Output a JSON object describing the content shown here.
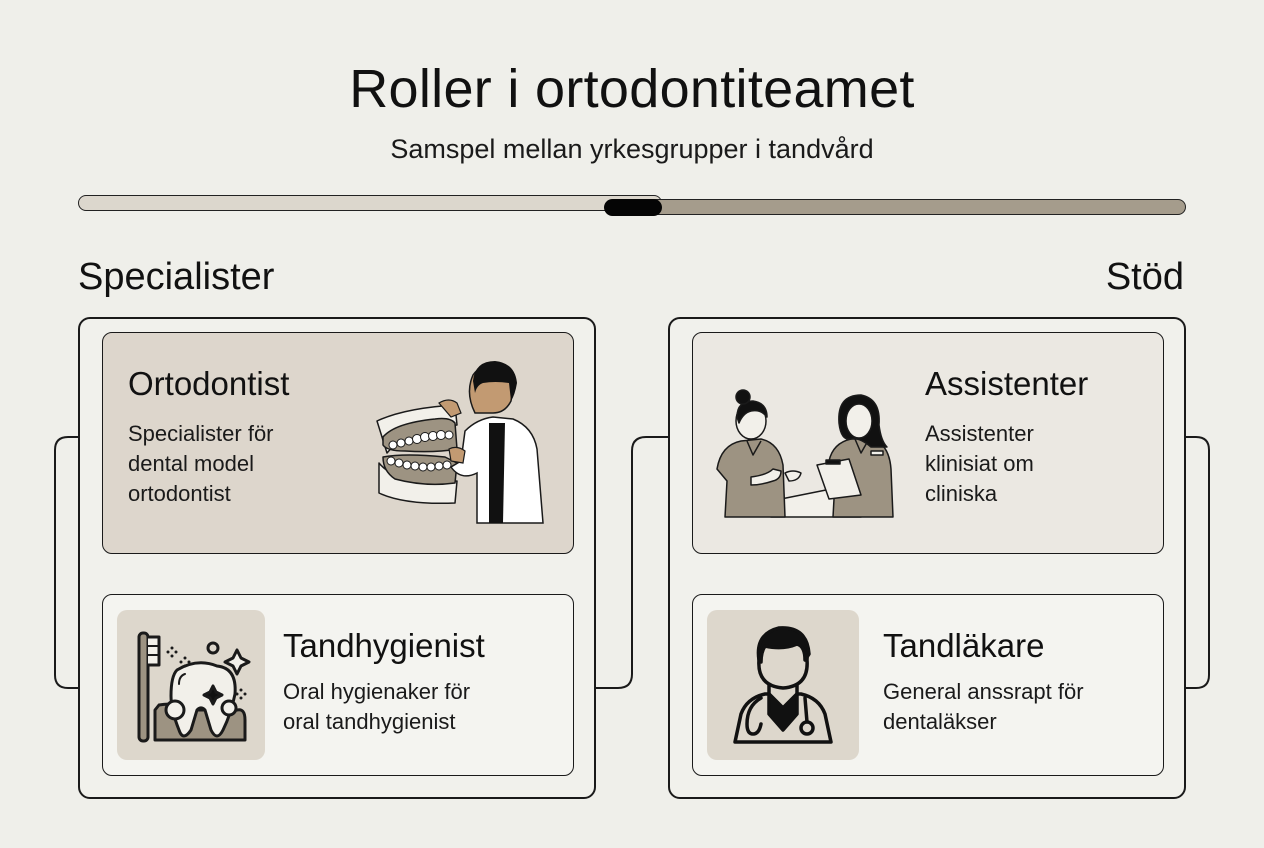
{
  "header": {
    "title": "Roller i ortodontiteamet",
    "subtitle": "Samspel mellan yrkesgrupper i tandvård"
  },
  "slider": {
    "position_percent": 50
  },
  "sections": {
    "left": {
      "label": "Specialister",
      "cards": [
        {
          "title": "Ortodontist",
          "description_lines": [
            "Specialister för",
            "dental model",
            "ortodontist"
          ],
          "icon": "orthodontist-with-dental-model-illustration"
        },
        {
          "title": "Tandhygienist",
          "description_lines": [
            "Oral hygienaker för",
            "oral tandhygienist"
          ],
          "icon": "tooth-toothbrush-sparkle-icon"
        }
      ]
    },
    "right": {
      "label": "Stöd",
      "cards": [
        {
          "title": "Assistenter",
          "description_lines": [
            "Assistenter",
            "klinisiat om",
            "cliniska"
          ],
          "icon": "two-assistants-illustration"
        },
        {
          "title": "Tandläkare",
          "description_lines": [
            "General anssrapt för",
            "dentaläkser"
          ],
          "icon": "doctor-stethoscope-icon"
        }
      ]
    }
  },
  "colors": {
    "background": "#efefea",
    "card_dark": "#ddd6cc",
    "card_mid": "#ebe8e2",
    "card_light": "#f4f4f0",
    "accent_taupe": "#a59c8c",
    "line": "#1a1a1a"
  }
}
